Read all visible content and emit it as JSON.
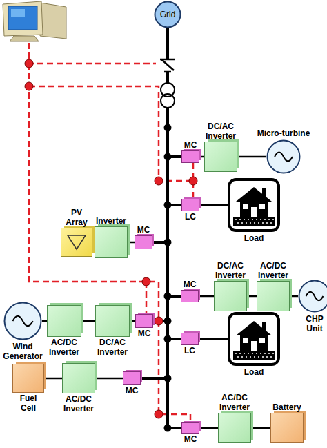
{
  "diagram": {
    "nodes": [
      {
        "text": [
          "Grid"
        ]
      },
      {
        "text": [
          "DC/AC Inverter"
        ]
      },
      {
        "text": [
          "Micro-turbine"
        ]
      },
      {
        "text": [
          "MC"
        ]
      },
      {
        "text": [
          "LC"
        ]
      },
      {
        "text": [
          "Load"
        ]
      },
      {
        "text": [
          "PV Array"
        ]
      },
      {
        "text": [
          "Inverter"
        ]
      },
      {
        "text": [
          "MC"
        ]
      },
      {
        "text": [
          "DC/AC Inverter"
        ]
      },
      {
        "text": [
          "AC/DC Inverter"
        ]
      },
      {
        "text": [
          "MC"
        ]
      },
      {
        "text": [
          "CHP Unit"
        ]
      },
      {
        "text": [
          "LC"
        ]
      },
      {
        "text": [
          "Load"
        ]
      },
      {
        "text": [
          "Wind Generator"
        ]
      },
      {
        "text": [
          "AC/DC Inverter"
        ]
      },
      {
        "text": [
          "DC/AC Inverter"
        ]
      },
      {
        "text": [
          "MC"
        ]
      },
      {
        "text": [
          "Fuel Cell"
        ]
      },
      {
        "text": [
          "AC/DC Inverter"
        ]
      },
      {
        "text": [
          "MC"
        ]
      },
      {
        "text": [
          "AC/DC Inverter"
        ]
      },
      {
        "text": [
          "Battery"
        ]
      },
      {
        "text": [
          "MC"
        ]
      }
    ],
    "edges": [
      {
        "from": 3,
        "to": 1,
        "arrow": "none"
      },
      {
        "from": 1,
        "to": 2,
        "arrow": "none"
      },
      {
        "from": 4,
        "to": 5,
        "arrow": "none"
      },
      {
        "from": 6,
        "to": 7,
        "arrow": "none"
      },
      {
        "from": 7,
        "to": 8,
        "arrow": "none"
      },
      {
        "from": 11,
        "to": 9,
        "arrow": "none"
      },
      {
        "from": 9,
        "to": 10,
        "arrow": "none"
      },
      {
        "from": 10,
        "to": 12,
        "arrow": "none"
      },
      {
        "from": 13,
        "to": 14,
        "arrow": "none"
      },
      {
        "from": 15,
        "to": 16,
        "arrow": "none"
      },
      {
        "from": 16,
        "to": 17,
        "arrow": "none"
      },
      {
        "from": 17,
        "to": 18,
        "arrow": "none"
      },
      {
        "from": 19,
        "to": 20,
        "arrow": "none"
      },
      {
        "from": 20,
        "to": 21,
        "arrow": "none"
      },
      {
        "from": 24,
        "to": 22,
        "arrow": "none"
      },
      {
        "from": 22,
        "to": 23,
        "arrow": "none"
      }
    ]
  }
}
